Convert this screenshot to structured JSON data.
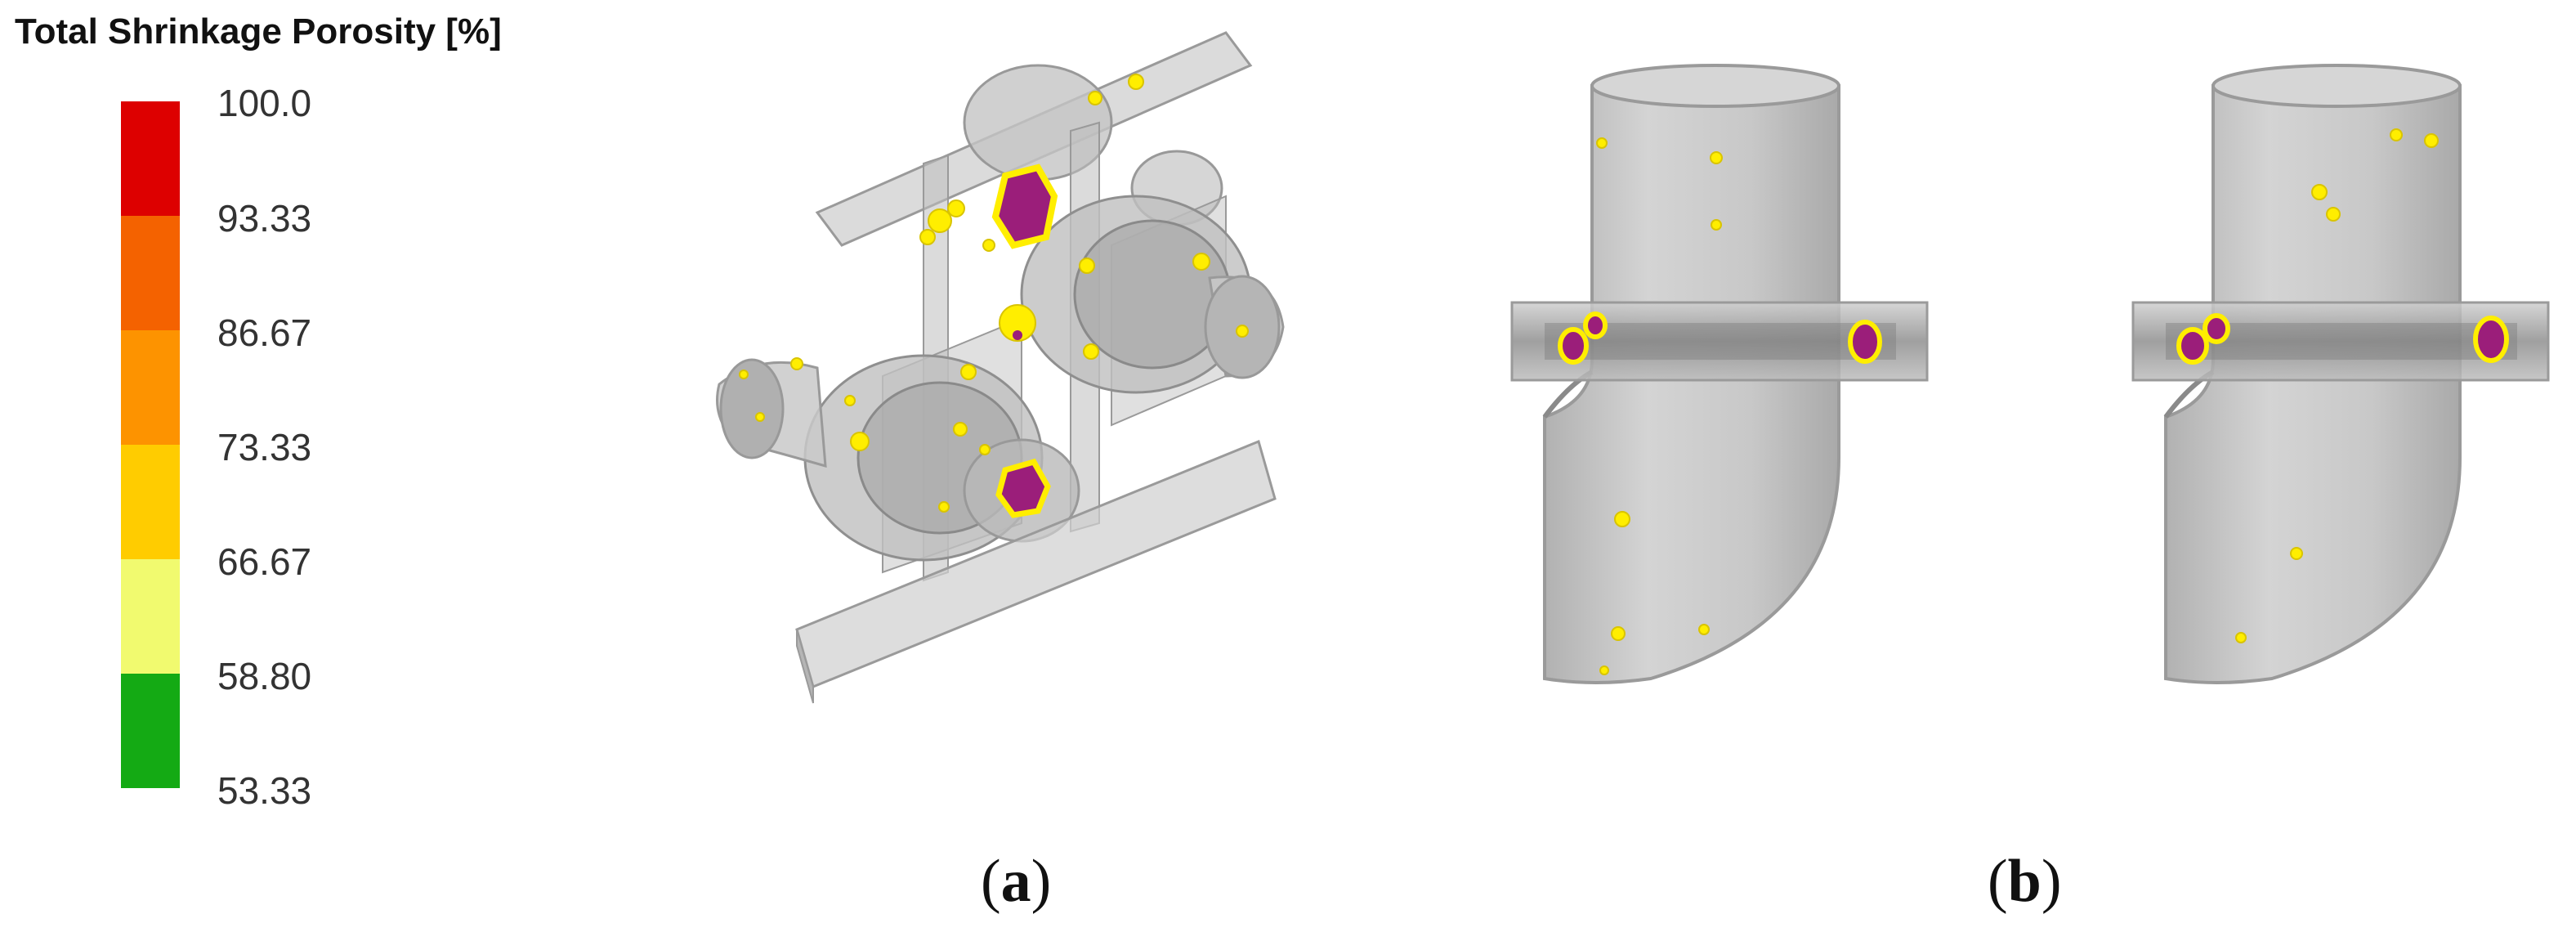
{
  "legend": {
    "title": "Total Shrinkage Porosity [%]",
    "levels": [
      {
        "label": "100.0",
        "color": "#dd0000"
      },
      {
        "label": "93.33",
        "color": "#f46200"
      },
      {
        "label": "86.67",
        "color": "#fd9300"
      },
      {
        "label": "73.33",
        "color": "#ffcc00"
      },
      {
        "label": "66.67",
        "color": "#f1fa6f"
      },
      {
        "label": "58.80",
        "color": "#14aa14"
      },
      {
        "label": "53.33",
        "color": ""
      }
    ]
  },
  "panels": {
    "a": {
      "letter": "a"
    },
    "b": {
      "letter": "b"
    }
  },
  "colors": {
    "metal_gray": "#b8b8b8",
    "porosity_yellow": "#ffee00",
    "porosity_core": "#9b1e7a"
  }
}
